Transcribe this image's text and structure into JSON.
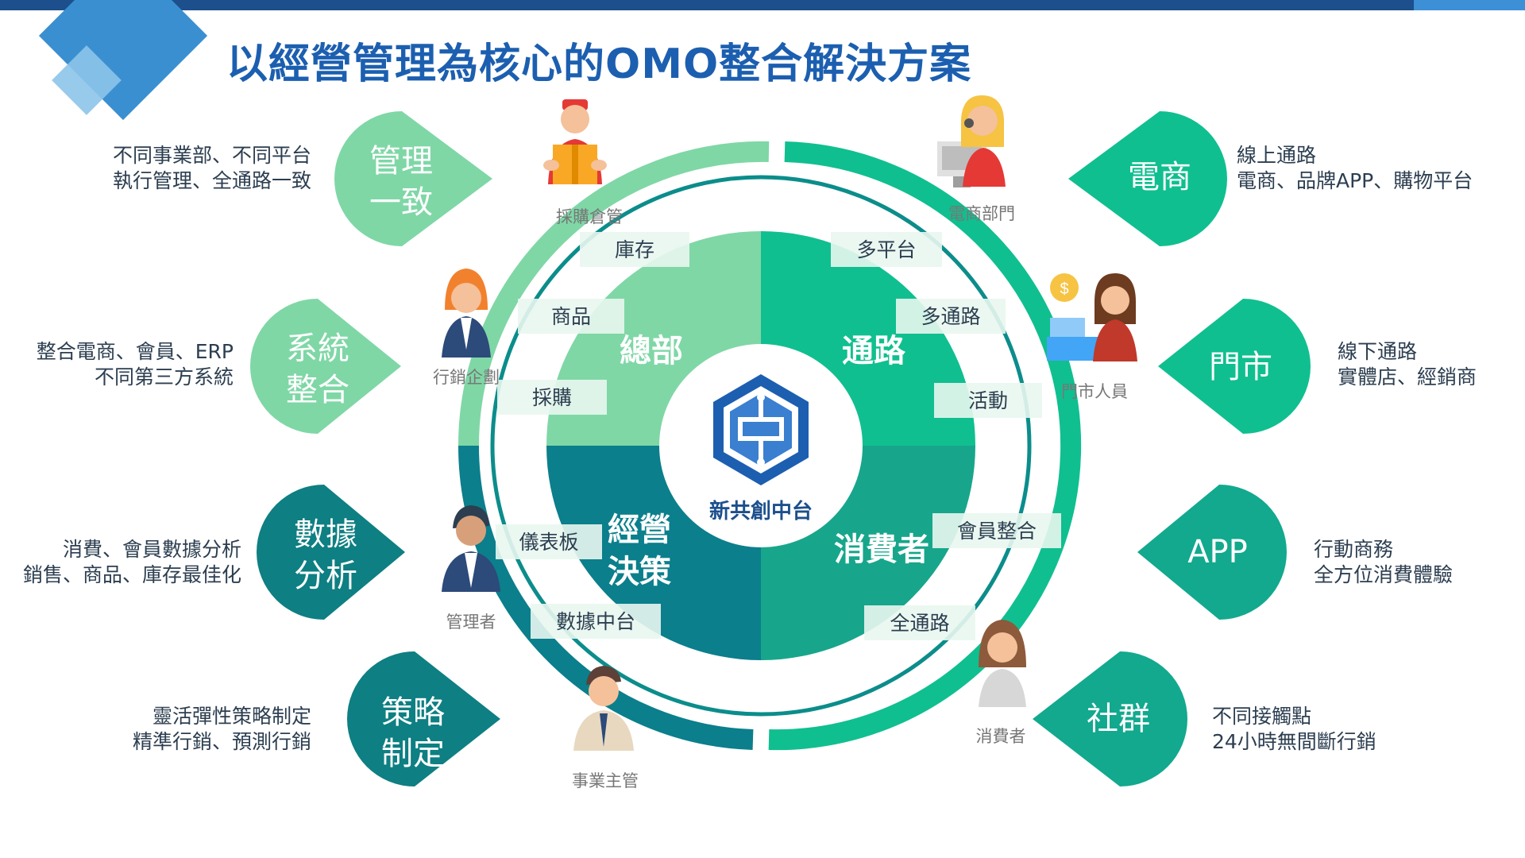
{
  "title": "以經營管理為核心的OMO整合解決方案",
  "colors": {
    "light_green": "#7fd7a6",
    "green": "#10bf8f",
    "teal": "#0b7f8c",
    "dark_teal": "#127a83",
    "title_blue": "#1c5fb0"
  },
  "hub": {
    "label": "新共創中台",
    "icon": "platform-hexagon-icon"
  },
  "quadrants": {
    "hq": "總部",
    "channel": "通路",
    "decision": [
      "經營",
      "決策"
    ],
    "consumer": "消費者"
  },
  "tags": {
    "inventory": "庫存",
    "product": "商品",
    "purchase": "採購",
    "multi_platform": "多平台",
    "multi_channel": "多通路",
    "activity": "活動",
    "dashboard": "儀表板",
    "data_center": "數據中台",
    "member_integration": "會員整合",
    "omni_channel": "全通路"
  },
  "roles": {
    "purchasing": "採購倉管",
    "ecommerce_dept": "電商部門",
    "marketing": "行銷企劃",
    "store_staff": "門市人員",
    "manager": "管理者",
    "consumer": "消費者",
    "business_head": "事業主管"
  },
  "left_leaves": [
    {
      "label": [
        "管理",
        "一致"
      ],
      "desc": [
        "不同事業部、不同平台",
        "執行管理、全通路一致"
      ]
    },
    {
      "label": [
        "系統",
        "整合"
      ],
      "desc": [
        "整合電商、會員、ERP",
        "不同第三方系統"
      ]
    },
    {
      "label": [
        "數據",
        "分析"
      ],
      "desc": [
        "消費、會員數據分析",
        "銷售、商品、庫存最佳化"
      ]
    },
    {
      "label": [
        "策略",
        "制定"
      ],
      "desc": [
        "靈活彈性策略制定",
        "精準行銷、預測行銷"
      ]
    }
  ],
  "right_leaves": [
    {
      "label": [
        "電商"
      ],
      "desc": [
        "線上通路",
        "電商、品牌APP、購物平台"
      ]
    },
    {
      "label": [
        "門市"
      ],
      "desc": [
        "線下通路",
        "實體店、經銷商"
      ]
    },
    {
      "label": [
        "APP"
      ],
      "desc": [
        "行動商務",
        "全方位消費體驗"
      ]
    },
    {
      "label": [
        "社群"
      ],
      "desc": [
        "不同接觸點",
        "24小時無間斷行銷"
      ]
    }
  ]
}
